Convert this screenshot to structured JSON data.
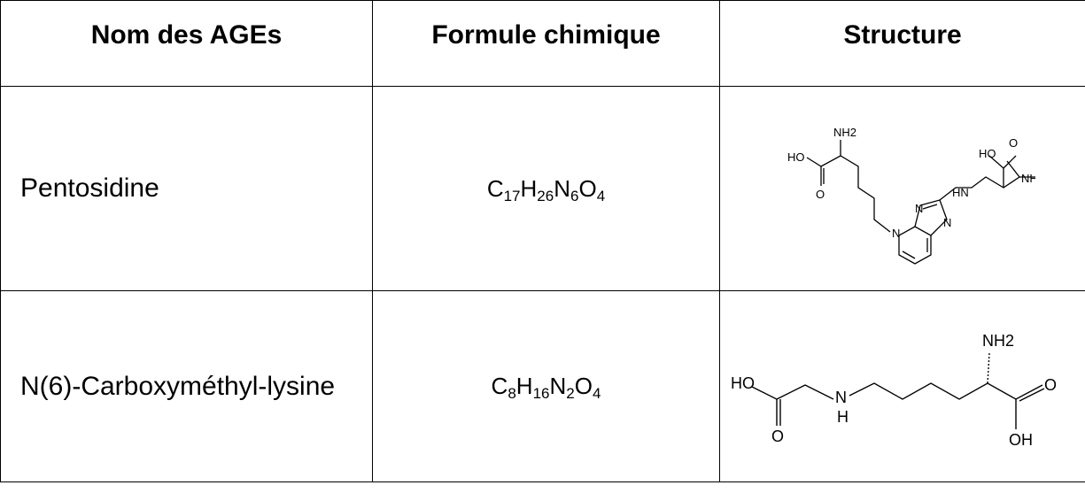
{
  "headers": [
    "Nom des AGEs",
    "Formule chimique",
    "Structure"
  ],
  "rows": [
    {
      "name": "Pentosidine",
      "formula": [
        {
          "t": "C",
          "s": "17"
        },
        {
          "t": "H",
          "s": "26"
        },
        {
          "t": "N",
          "s": "6"
        },
        {
          "t": "O",
          "s": "4"
        }
      ],
      "structure_labels": {
        "nh2_left": "NH2",
        "ho_left": "HO",
        "o_left": "O",
        "ho_right": "HO",
        "o_right": "O",
        "nh2_right": "NH2",
        "hn": "HN",
        "n_ring1": "N",
        "n_ring2": "N",
        "n_ring3": "N"
      }
    },
    {
      "name": "N(6)-Carboxyméthyl-lysine",
      "formula": [
        {
          "t": "C",
          "s": "8"
        },
        {
          "t": "H",
          "s": "16"
        },
        {
          "t": "N",
          "s": "2"
        },
        {
          "t": "O",
          "s": "4"
        }
      ],
      "structure_labels": {
        "ho": "HO",
        "o_left": "O",
        "n": "N",
        "h": "H",
        "nh2": "NH2",
        "o_right": "O",
        "oh": "OH"
      }
    }
  ]
}
